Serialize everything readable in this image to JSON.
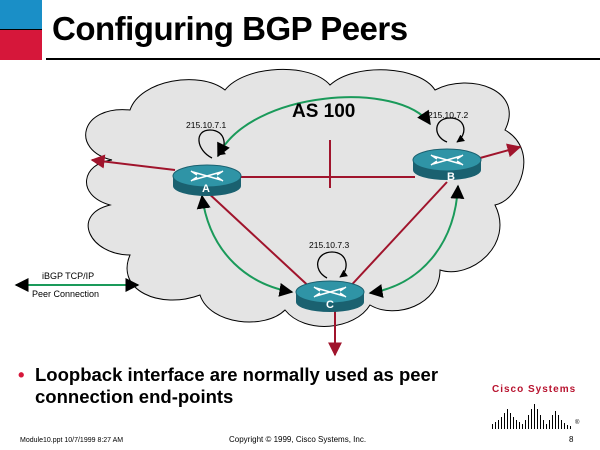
{
  "slide": {
    "title": "Configuring BGP Peers",
    "bullet": "Loopback interface are normally used as peer connection end-points"
  },
  "diagram": {
    "as_label": "AS 100",
    "routers": [
      {
        "label": "A",
        "ip": "215.10.7.1"
      },
      {
        "label": "B",
        "ip": "215.10.7.2"
      },
      {
        "label": "C",
        "ip": "215.10.7.3"
      }
    ],
    "legend": {
      "line1": "iBGP TCP/IP",
      "line2": "Peer Connection"
    }
  },
  "footer": {
    "file": "Module10.ppt   10/7/1999 8:27 AM",
    "copyright": "Copyright © 1999, Cisco Systems, Inc.",
    "page": "8"
  },
  "logo": {
    "text": "Cisco Systems"
  },
  "colors": {
    "accent_red": "#d6173a",
    "accent_blue": "#1a8fc7",
    "ibgp_green": "#1a9a5a",
    "link_red": "#a0142c",
    "router_teal": "#1f7b8c",
    "cloud": "#e4e4e4"
  }
}
